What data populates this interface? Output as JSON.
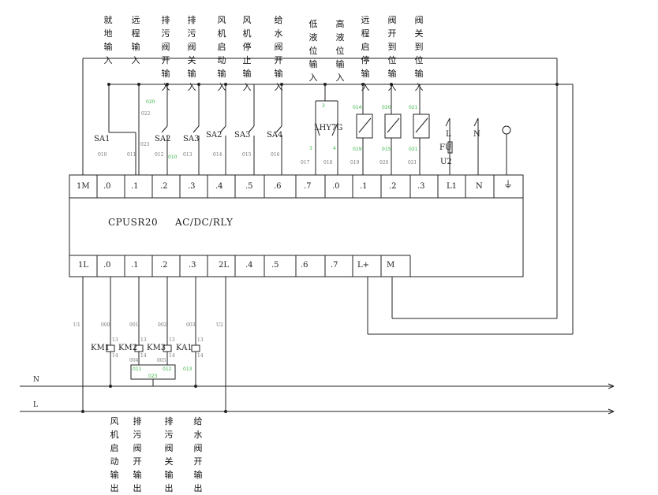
{
  "diagram": {
    "top_labels": [
      {
        "id": "local",
        "text": "就地输入"
      },
      {
        "id": "remote",
        "text": "远程输入"
      },
      {
        "id": "drain-open",
        "text": "排污阀开输入"
      },
      {
        "id": "drain-close",
        "text": "排污阀关输入"
      },
      {
        "id": "fan-start",
        "text": "风机启动输入"
      },
      {
        "id": "fan-stop",
        "text": "风机停止输入"
      },
      {
        "id": "water-open",
        "text": "给水阀开输入"
      },
      {
        "id": "low-level",
        "text": "低液位输入"
      },
      {
        "id": "high-level",
        "text": "高液位输入"
      },
      {
        "id": "remote-startstop",
        "text": "远程启停输入"
      },
      {
        "id": "valve-opened",
        "text": "阀开到位输入"
      },
      {
        "id": "valve-closed",
        "text": "阀关到位输入"
      }
    ],
    "bottom_labels": [
      {
        "id": "fan-start-out",
        "text": "风机启动输出"
      },
      {
        "id": "drain-open-out",
        "text": "排污阀开输出"
      },
      {
        "id": "drain-close-out",
        "text": "排污阀关输出"
      },
      {
        "id": "water-open-out",
        "text": "给水阀开输出"
      }
    ],
    "plc": {
      "model": "CPUSR20",
      "supply": "AC/DC/RLY",
      "input_terminals": [
        "1M",
        ".0",
        ".1",
        ".2",
        ".3",
        ".4",
        ".5",
        ".6",
        ".7",
        ".0",
        ".1",
        ".2",
        ".3",
        "L1",
        "N",
        "⏚"
      ],
      "output_terminals": [
        "1L",
        ".0",
        ".1",
        ".2",
        ".3",
        "2L",
        ".4",
        ".5",
        ".6",
        ".7",
        "L+",
        "M"
      ]
    },
    "device_tags": {
      "sa1": "SA1",
      "sa2a": "SA2",
      "sa3": "SA3",
      "sa2b": "SA2",
      "sa3b": "SA3",
      "sa4": "SA4",
      "lhy": "LHY7G",
      "fu": "FU",
      "u2": "U2",
      "l": "L",
      "n": "N",
      "km1": "KM1",
      "km2": "KM2",
      "km3": "KM3",
      "ka1": "KA1"
    },
    "wire_numbers": {
      "w010": "010",
      "w011": "011",
      "w012": "012",
      "w013": "013",
      "w014": "014",
      "w015": "015",
      "w016": "016",
      "w017": "017",
      "w018": "018",
      "w019": "019",
      "w020": "020",
      "w021": "021",
      "w022": "022",
      "w023": "023",
      "w000": "000",
      "w001": "001",
      "w002": "002",
      "w003": "003",
      "w004": "004",
      "w005": "005",
      "u1": "U1",
      "u2w": "U2",
      "c13a": "13",
      "c14a": "14",
      "c13b": "13",
      "c14b": "14",
      "c13c": "13",
      "c14c": "14",
      "c13d": "13",
      "c14d": "14"
    },
    "green_marks": {
      "g1": "020",
      "g2": "010",
      "g3": "014",
      "g4": "019",
      "g5": "020",
      "g6": "021",
      "g7": "015",
      "g8": "021",
      "g9": "023",
      "g10": "3",
      "g11": "3",
      "g12": "4",
      "g13": "013",
      "g14": "011",
      "g15": "012"
    },
    "bus": {
      "n": "N",
      "l": "L"
    }
  }
}
